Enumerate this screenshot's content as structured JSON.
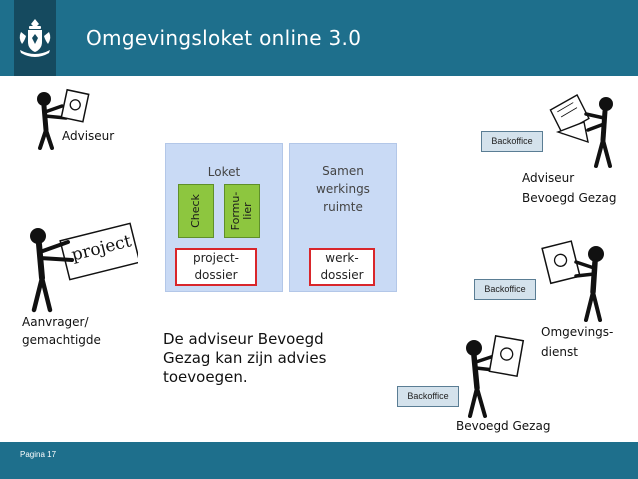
{
  "header": {
    "title": "Omgevingsloket online 3.0"
  },
  "footer": {
    "page": "Pagina 17"
  },
  "roles": {
    "adviseur": "Adviseur",
    "aanvrager_line1": "Aanvrager/",
    "aanvrager_line2": "gemachtigde",
    "adviseur_bg_line1": "Adviseur",
    "adviseur_bg_line2": "Bevoegd Gezag",
    "omgevingsdienst_line1": "Omgevings-",
    "omgevingsdienst_line2": "dienst",
    "bevoegd_gezag": "Bevoegd Gezag"
  },
  "loket": {
    "title": "Loket",
    "check": "Check",
    "formulier_line1": "Formu-",
    "formulier_line2": "lier",
    "dossier_line1": "project-",
    "dossier_line2": "dossier"
  },
  "samenwerking": {
    "title_line1": "Samen",
    "title_line2": "werkings",
    "title_line3": "ruimte",
    "dossier_line1": "werk-",
    "dossier_line2": "dossier"
  },
  "backoffice": {
    "label1": "Backoffice",
    "label2": "Backoffice",
    "label3": "Backoffice"
  },
  "project_sign": "project",
  "note": {
    "line1": "De adviseur Bevoegd",
    "line2": "Gezag kan zijn advies",
    "line3": "toevoegen."
  },
  "colors": {
    "header": "#1e6f8c",
    "panel": "#c9daf5",
    "green": "#8dc63f",
    "dossier_border": "#d9262b",
    "backoffice": "#d4e2ec"
  }
}
